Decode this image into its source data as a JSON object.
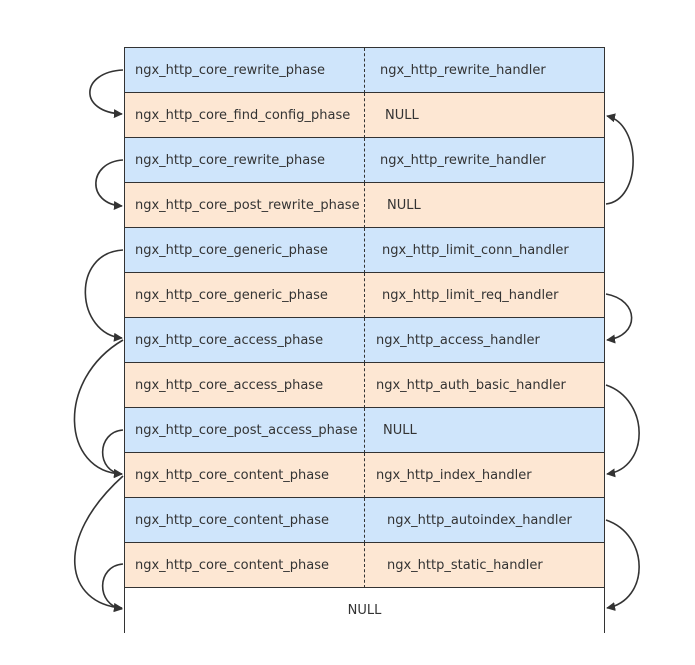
{
  "rows": [
    {
      "phase": "ngx_http_core_rewrite_phase",
      "handler": "ngx_http_rewrite_handler",
      "color": "#cfe5fb"
    },
    {
      "phase": "ngx_http_core_find_config_phase",
      "handler": "NULL",
      "color": "#fde7d3"
    },
    {
      "phase": "ngx_http_core_rewrite_phase",
      "handler": "ngx_http_rewrite_handler",
      "color": "#cfe5fb"
    },
    {
      "phase": "ngx_http_core_post_rewrite_phase",
      "handler": "NULL",
      "color": "#fde7d3"
    },
    {
      "phase": "ngx_http_core_generic_phase",
      "handler": "ngx_http_limit_conn_handler",
      "color": "#cfe5fb"
    },
    {
      "phase": "ngx_http_core_generic_phase",
      "handler": "ngx_http_limit_req_handler",
      "color": "#fde7d3"
    },
    {
      "phase": "ngx_http_core_access_phase",
      "handler": "ngx_http_access_handler",
      "color": "#cfe5fb"
    },
    {
      "phase": "ngx_http_core_access_phase",
      "handler": "ngx_http_auth_basic_handler",
      "color": "#fde7d3"
    },
    {
      "phase": "ngx_http_core_post_access_phase",
      "handler": "NULL",
      "color": "#cfe5fb"
    },
    {
      "phase": "ngx_http_core_content_phase",
      "handler": "ngx_http_index_handler",
      "color": "#fde7d3"
    },
    {
      "phase": "ngx_http_core_content_phase",
      "handler": "ngx_http_autoindex_handler",
      "color": "#cfe5fb"
    },
    {
      "phase": "ngx_http_core_content_phase",
      "handler": "ngx_http_static_handler",
      "color": "#fde7d3"
    }
  ],
  "terminal": {
    "label": "NULL"
  },
  "edge_color": "#333333"
}
